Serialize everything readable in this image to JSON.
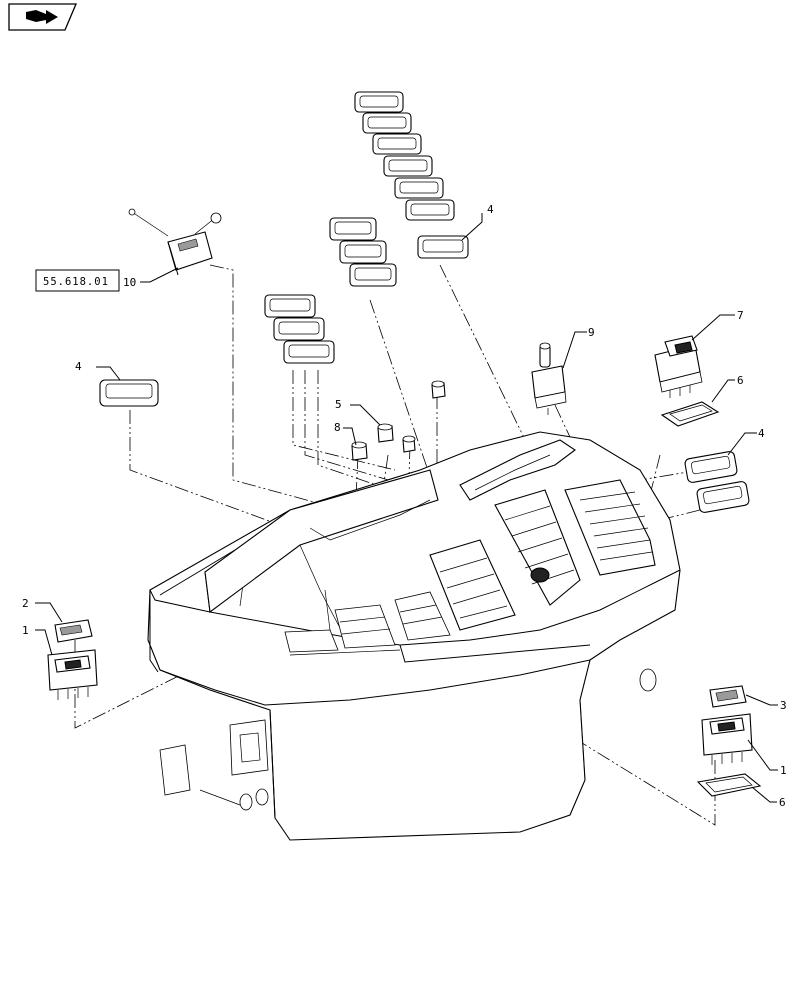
{
  "nav": {
    "icon": "back-arrow-icon"
  },
  "reference": {
    "code": "55.618.01"
  },
  "callouts": {
    "c_10": "10",
    "c_4_top": "4",
    "c_4_left": "4",
    "c_4_right": "4",
    "c_9": "9",
    "c_7": "7",
    "c_6_top": "6",
    "c_5": "5",
    "c_8": "8",
    "c_2": "2",
    "c_1_left": "1",
    "c_3": "3",
    "c_1_right": "1",
    "c_6_bottom": "6"
  }
}
